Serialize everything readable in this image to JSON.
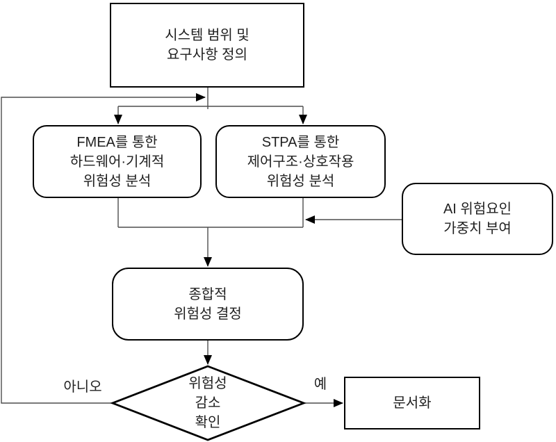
{
  "colors": {
    "background": "#ffffff",
    "box_border": "#000000",
    "box_fill": "#ffffff",
    "connector": "#4d4d4d",
    "arrowhead": "#000000",
    "text": "#1f1f1f"
  },
  "flowchart": {
    "nodes": {
      "scope": {
        "lines": [
          "시스템 범위 및",
          "요구사항 정의"
        ]
      },
      "fmea": {
        "lines": [
          "FMEA를 통한",
          "하드웨어·기계적",
          "위험성 분석"
        ]
      },
      "stpa": {
        "lines": [
          "STPA를 통한",
          "제어구조·상호작용",
          "위험성 분석"
        ]
      },
      "ai_weight": {
        "lines": [
          "AI 위험요인",
          "가중치 부여"
        ]
      },
      "overall_risk": {
        "lines": [
          "종합적",
          "위험성 결정"
        ]
      },
      "risk_check": {
        "lines": [
          "위험성",
          "감소",
          "확인"
        ]
      },
      "documentation": {
        "lines": [
          "문서화"
        ]
      }
    },
    "edge_labels": {
      "no": "아니오",
      "yes": "예"
    }
  }
}
